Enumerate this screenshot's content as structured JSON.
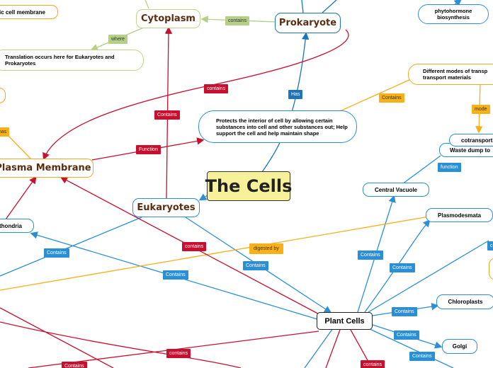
{
  "title": "The Cells",
  "nodes": {
    "cytoplasm": "Cytoplasm",
    "prokaryote": "Prokaryote",
    "eukaryotes": "Eukaryotes",
    "plasma_membrane": "Plasma Membrane",
    "plant_cells": "Plant Cells",
    "cell_membrane_partial": "ic cell membrane",
    "translation": "Translation occurs here for Eukaryotes and Prokaryotes",
    "protects": "Protects the interior of cell by allowing certain substances into cell and other substances out; Help support the cell and help maintain shape",
    "phytohormone": "phytohormone biosynthesis",
    "transport_modes": "Different modes of transp transport materials",
    "cotransport": "cotransport",
    "waste_dump": "Waste dump to",
    "central_vacuole": "Central Vacuole",
    "plasmodesmata": "Plasmodesmata",
    "mitochondria_partial": "thondria",
    "chloroplasts": "Chloroplasts",
    "golgi": "Golgi"
  },
  "link_labels": {
    "contains_green": "contains",
    "where": "where",
    "contains_red_top": "contains",
    "has": "Has",
    "contains_orange": "Contains",
    "contains_red_mid": "Contains",
    "function": "Function",
    "mode": "mode",
    "function_blue": "function",
    "contains_red_euk": "contains",
    "digested_by": "digested by",
    "contains_blue_left": "Contains",
    "contains_blue_euk": "Contains",
    "contains_blue_plant": "Contains",
    "contains_vacuole": "Contains",
    "contains_plasmodesmata": "Contains",
    "contains_chloroplasts": "Contains",
    "contains_golgi_a": "Contains",
    "contains_golgi_b": "Contains",
    "contains_red_bottom": "contains",
    "contains_red_bottom_left": "Contains",
    "contains_red_bottom_right": "contains",
    "partial_has": "has",
    "partial_c": "c"
  },
  "colors": {
    "red": "#c8102e",
    "blue": "#2b8fd6",
    "green": "#b4cf86",
    "orange": "#f5b01a",
    "center_fill": "#f7f29a",
    "main_text": "#5a2e0e"
  }
}
